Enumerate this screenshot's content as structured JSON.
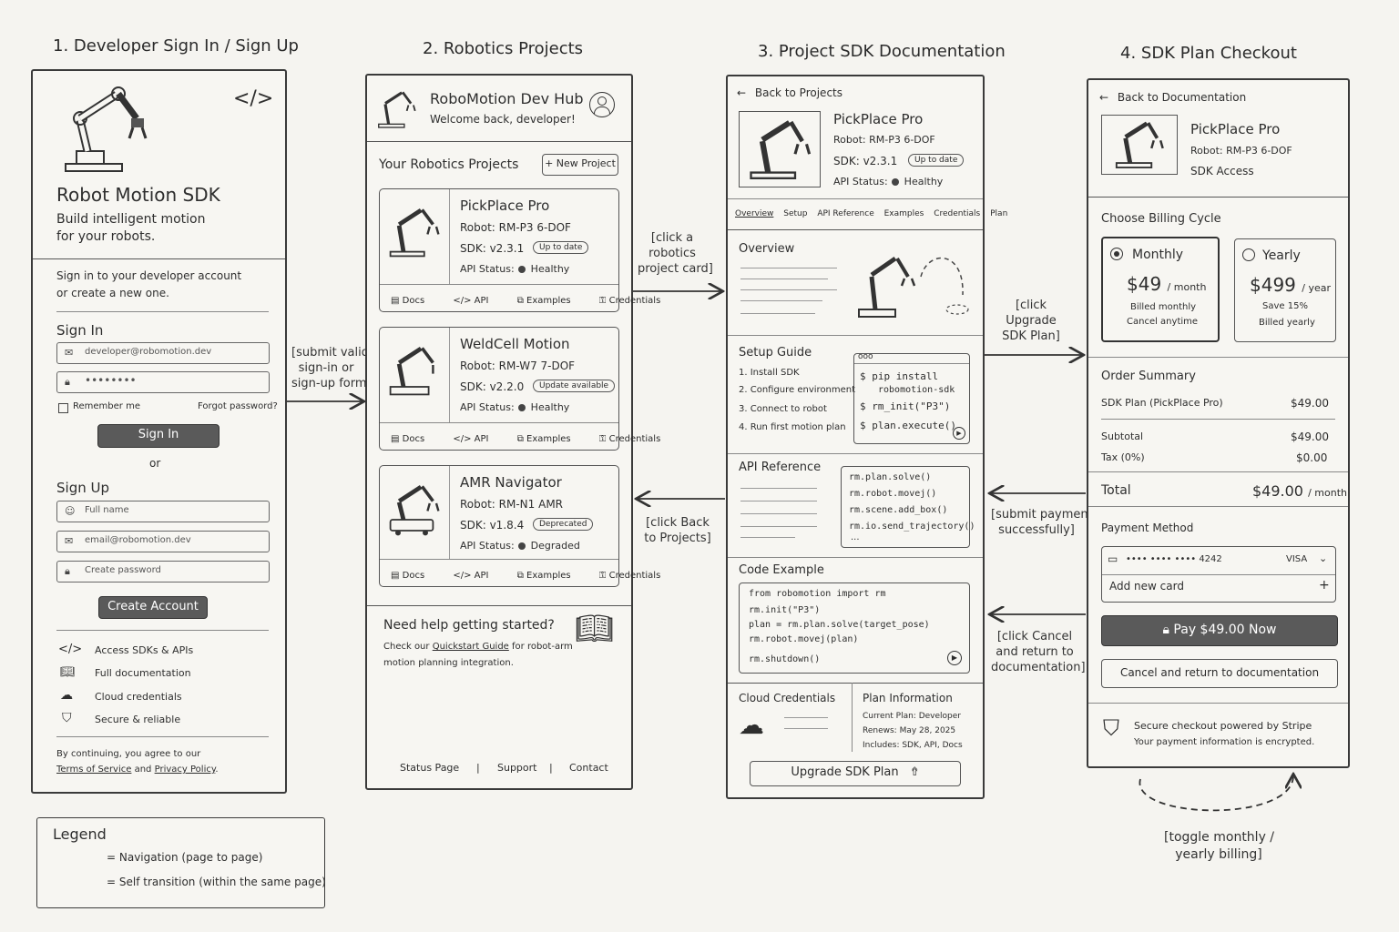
{
  "titles": [
    "1. Developer Sign In / Sign Up",
    "2. Robotics Projects",
    "3. Project SDK Documentation",
    "4. SDK Plan Checkout"
  ],
  "signin": {
    "brand": "Robot Motion SDK",
    "tagline1": "Build intelligent motion",
    "tagline2": "for your robots.",
    "intro1": "Sign in to your developer account",
    "intro2": "or create a new one.",
    "signin_heading": "Sign In",
    "email_value": "developer@robomotion.dev",
    "password_value": "••••••••",
    "remember": "Remember me",
    "forgot": "Forgot password?",
    "signin_button": "Sign In",
    "or": "or",
    "signup_heading": "Sign Up",
    "fullname_ph": "Full name",
    "email_ph": "email@robomotion.dev",
    "password_ph": "Create password",
    "create_button": "Create Account",
    "features": [
      "Access SDKs & APIs",
      "Full documentation",
      "Cloud credentials",
      "Secure & reliable"
    ],
    "terms_prefix": "By continuing, you agree to our",
    "terms_link": "Terms of Service",
    "terms_and": "and",
    "privacy_link": "Privacy Policy",
    "terms_end": "."
  },
  "projects": {
    "app_name": "RoboMotion Dev Hub",
    "welcome": "Welcome back, developer!",
    "section": "Your Robotics Projects",
    "new_button": "+ New Project",
    "items": [
      {
        "name": "PickPlace Pro",
        "robot": "Robot: RM-P3 6-DOF",
        "sdk": "SDK: v2.3.1",
        "badge": "Up to date",
        "status_label": "API Status:",
        "status": "Healthy"
      },
      {
        "name": "WeldCell Motion",
        "robot": "Robot: RM-W7 7-DOF",
        "sdk": "SDK: v2.2.0",
        "badge": "Update available",
        "status_label": "API Status:",
        "status": "Healthy"
      },
      {
        "name": "AMR Navigator",
        "robot": "Robot: RM-N1 AMR",
        "sdk": "SDK: v1.8.4",
        "badge": "Deprecated",
        "status_label": "API Status:",
        "status": "Degraded"
      }
    ],
    "actions": [
      "Docs",
      "API",
      "Examples",
      "Credentials"
    ],
    "help_title": "Need help getting started?",
    "help_prefix": "Check our",
    "help_link": "Quickstart Guide",
    "help_suffix": "for robot-arm",
    "help_line2": "motion planning integration.",
    "footer": [
      "Status Page",
      "Support",
      "Contact"
    ]
  },
  "docs": {
    "back": "Back to Projects",
    "name": "PickPlace Pro",
    "robot": "Robot: RM-P3 6-DOF",
    "sdk": "SDK: v2.3.1",
    "badge": "Up to date",
    "status_label": "API Status:",
    "status": "Healthy",
    "tabs": [
      "Overview",
      "Setup",
      "API Reference",
      "Examples",
      "Credentials",
      "Plan"
    ],
    "overview_title": "Overview",
    "setup_title": "Setup Guide",
    "setup_steps": [
      "1. Install SDK",
      "2. Configure environment",
      "3. Connect to robot",
      "4. Run first motion plan"
    ],
    "terminal": [
      "$ pip install",
      "robomotion-sdk",
      "$ rm_init(\"P3\")",
      "$ plan.execute()"
    ],
    "terminal_dots": "ooo",
    "api_title": "API Reference",
    "api_items": [
      "rm.plan.solve()",
      "rm.robot.movej()",
      "rm.scene.add_box()",
      "rm.io.send_trajectory()",
      "..."
    ],
    "code_title": "Code Example",
    "code_lines": [
      "from robomotion import rm",
      "rm.init(\"P3\")",
      "plan = rm.plan.solve(target_pose)",
      "rm.robot.movej(plan)",
      "rm.shutdown()"
    ],
    "cred_title": "Cloud Credentials",
    "plan_title": "Plan Information",
    "plan_lines": [
      "Current Plan: Developer",
      "Renews: May 28, 2025",
      "Includes: SDK, API, Docs"
    ],
    "upgrade_button": "Upgrade SDK Plan"
  },
  "checkout": {
    "back": "Back to Documentation",
    "name": "PickPlace Pro",
    "robot": "Robot: RM-P3 6-DOF",
    "access": "SDK Access",
    "billing_title": "Choose Billing Cycle",
    "monthly": {
      "label": "Monthly",
      "price": "$49",
      "unit": "/ month",
      "note1": "Billed monthly",
      "note2": "Cancel anytime"
    },
    "yearly": {
      "label": "Yearly",
      "price": "$499",
      "unit": "/ year",
      "note1": "Save 15%",
      "note2": "Billed yearly"
    },
    "order_title": "Order Summary",
    "plan_line": "SDK Plan (PickPlace Pro)",
    "plan_amount": "$49.00",
    "subtotal_label": "Subtotal",
    "subtotal": "$49.00",
    "tax_label": "Tax (0%)",
    "tax": "$0.00",
    "total_label": "Total",
    "total": "$49.00",
    "total_unit": "/ month",
    "payment_title": "Payment Method",
    "card": "•••• •••• •••• 4242",
    "card_brand": "VISA",
    "add_card": "Add new card",
    "pay_button": "Pay $49.00 Now",
    "cancel_button": "Cancel and return to documentation",
    "secure1": "Secure checkout powered by Stripe",
    "secure2": "Your payment information is encrypted."
  },
  "transitions": {
    "t1": [
      "[submit valid",
      "sign-in or",
      "sign-up form]"
    ],
    "t2": [
      "[click a",
      "robotics",
      "project card]"
    ],
    "t3": [
      "[click Back",
      "to Projects]"
    ],
    "t4": [
      "[click",
      "Upgrade",
      "SDK Plan]"
    ],
    "t5": [
      "[submit payment",
      "successfully]"
    ],
    "t6": [
      "[click Cancel",
      "and return to",
      "documentation]"
    ],
    "t7": [
      "[toggle monthly /",
      "yearly billing]"
    ]
  },
  "legend": {
    "title": "Legend",
    "nav": "= Navigation (page to page)",
    "self": "= Self transition (within the same page)"
  }
}
